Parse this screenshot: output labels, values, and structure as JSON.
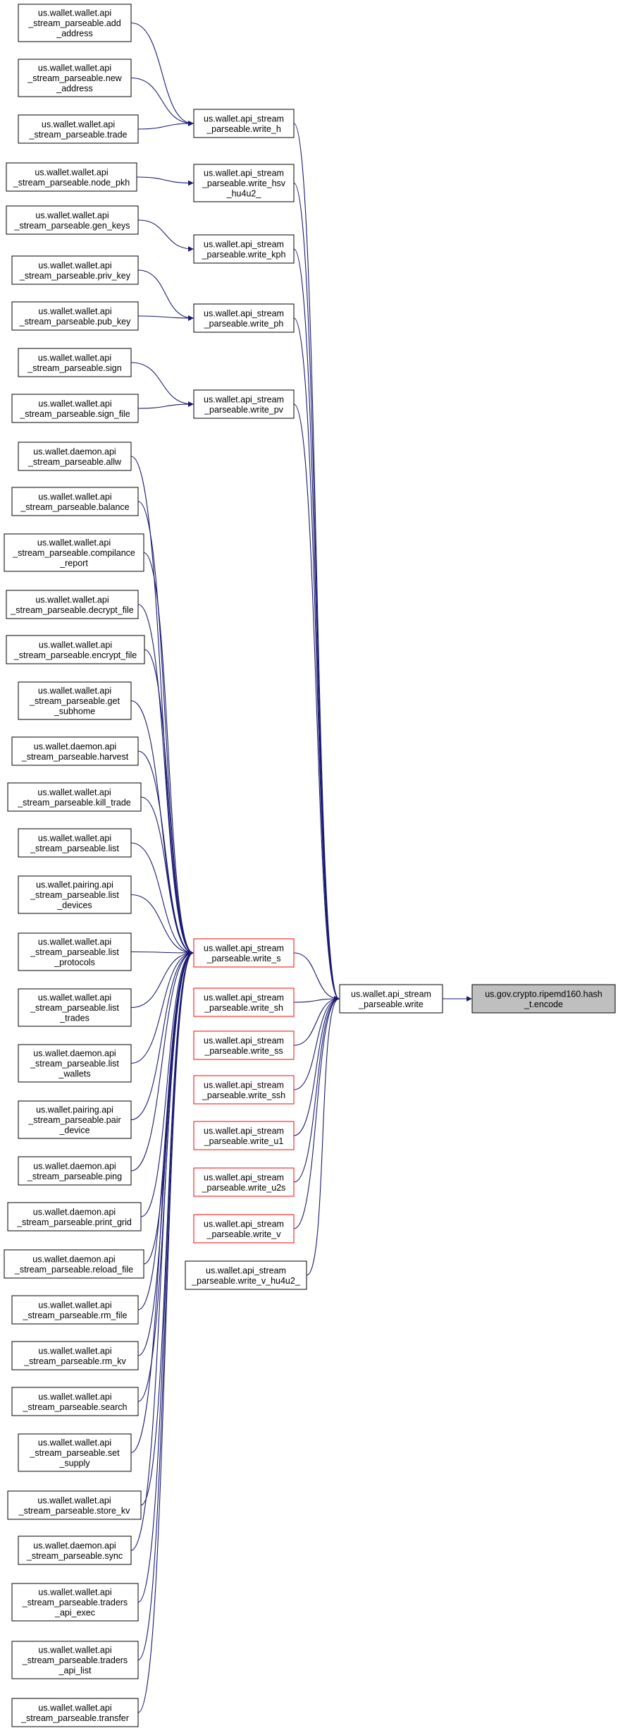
{
  "colors": {
    "edge": "#191970",
    "node_border": "#000000",
    "node_border_highlight": "#ff0000",
    "node_fill": "#ffffff",
    "root_fill": "#bfbfbf"
  },
  "nodes": [
    {
      "id": "n_add_address",
      "lines": [
        "us.wallet.wallet.api",
        "_stream_parseable.add",
        "_address"
      ],
      "style": "normal"
    },
    {
      "id": "n_new_address",
      "lines": [
        "us.wallet.wallet.api",
        "_stream_parseable.new",
        "_address"
      ],
      "style": "normal"
    },
    {
      "id": "n_trade",
      "lines": [
        "us.wallet.wallet.api",
        "_stream_parseable.trade"
      ],
      "style": "normal"
    },
    {
      "id": "n_node_pkh",
      "lines": [
        "us.wallet.wallet.api",
        "_stream_parseable.node_pkh"
      ],
      "style": "normal"
    },
    {
      "id": "n_gen_keys",
      "lines": [
        "us.wallet.wallet.api",
        "_stream_parseable.gen_keys"
      ],
      "style": "normal"
    },
    {
      "id": "n_priv_key",
      "lines": [
        "us.wallet.wallet.api",
        "_stream_parseable.priv_key"
      ],
      "style": "normal"
    },
    {
      "id": "n_pub_key",
      "lines": [
        "us.wallet.wallet.api",
        "_stream_parseable.pub_key"
      ],
      "style": "normal"
    },
    {
      "id": "n_sign",
      "lines": [
        "us.wallet.wallet.api",
        "_stream_parseable.sign"
      ],
      "style": "normal"
    },
    {
      "id": "n_sign_file",
      "lines": [
        "us.wallet.wallet.api",
        "_stream_parseable.sign_file"
      ],
      "style": "normal"
    },
    {
      "id": "n_allw",
      "lines": [
        "us.wallet.daemon.api",
        "_stream_parseable.allw"
      ],
      "style": "normal"
    },
    {
      "id": "n_balance",
      "lines": [
        "us.wallet.wallet.api",
        "_stream_parseable.balance"
      ],
      "style": "normal"
    },
    {
      "id": "n_compilance",
      "lines": [
        "us.wallet.wallet.api",
        "_stream_parseable.compilance",
        "_report"
      ],
      "style": "normal"
    },
    {
      "id": "n_decrypt",
      "lines": [
        "us.wallet.wallet.api",
        "_stream_parseable.decrypt_file"
      ],
      "style": "normal"
    },
    {
      "id": "n_encrypt",
      "lines": [
        "us.wallet.wallet.api",
        "_stream_parseable.encrypt_file"
      ],
      "style": "normal"
    },
    {
      "id": "n_subhome",
      "lines": [
        "us.wallet.wallet.api",
        "_stream_parseable.get",
        "_subhome"
      ],
      "style": "normal"
    },
    {
      "id": "n_harvest",
      "lines": [
        "us.wallet.daemon.api",
        "_stream_parseable.harvest"
      ],
      "style": "normal"
    },
    {
      "id": "n_kill_trade",
      "lines": [
        "us.wallet.wallet.api",
        "_stream_parseable.kill_trade"
      ],
      "style": "normal"
    },
    {
      "id": "n_list",
      "lines": [
        "us.wallet.wallet.api",
        "_stream_parseable.list"
      ],
      "style": "normal"
    },
    {
      "id": "n_list_devices",
      "lines": [
        "us.wallet.pairing.api",
        "_stream_parseable.list",
        "_devices"
      ],
      "style": "normal"
    },
    {
      "id": "n_list_protocols",
      "lines": [
        "us.wallet.wallet.api",
        "_stream_parseable.list",
        "_protocols"
      ],
      "style": "normal"
    },
    {
      "id": "n_list_trades",
      "lines": [
        "us.wallet.wallet.api",
        "_stream_parseable.list",
        "_trades"
      ],
      "style": "normal"
    },
    {
      "id": "n_list_wallets",
      "lines": [
        "us.wallet.daemon.api",
        "_stream_parseable.list",
        "_wallets"
      ],
      "style": "normal"
    },
    {
      "id": "n_pair_device",
      "lines": [
        "us.wallet.pairing.api",
        "_stream_parseable.pair",
        "_device"
      ],
      "style": "normal"
    },
    {
      "id": "n_ping",
      "lines": [
        "us.wallet.daemon.api",
        "_stream_parseable.ping"
      ],
      "style": "normal"
    },
    {
      "id": "n_print_grid",
      "lines": [
        "us.wallet.daemon.api",
        "_stream_parseable.print_grid"
      ],
      "style": "normal"
    },
    {
      "id": "n_reload_file",
      "lines": [
        "us.wallet.daemon.api",
        "_stream_parseable.reload_file"
      ],
      "style": "normal"
    },
    {
      "id": "n_rm_file",
      "lines": [
        "us.wallet.wallet.api",
        "_stream_parseable.rm_file"
      ],
      "style": "normal"
    },
    {
      "id": "n_rm_kv",
      "lines": [
        "us.wallet.wallet.api",
        "_stream_parseable.rm_kv"
      ],
      "style": "normal"
    },
    {
      "id": "n_search",
      "lines": [
        "us.wallet.wallet.api",
        "_stream_parseable.search"
      ],
      "style": "normal"
    },
    {
      "id": "n_set_supply",
      "lines": [
        "us.wallet.wallet.api",
        "_stream_parseable.set",
        "_supply"
      ],
      "style": "normal"
    },
    {
      "id": "n_store_kv",
      "lines": [
        "us.wallet.wallet.api",
        "_stream_parseable.store_kv"
      ],
      "style": "normal"
    },
    {
      "id": "n_sync",
      "lines": [
        "us.wallet.daemon.api",
        "_stream_parseable.sync"
      ],
      "style": "normal"
    },
    {
      "id": "n_traders_exec",
      "lines": [
        "us.wallet.wallet.api",
        "_stream_parseable.traders",
        "_api_exec"
      ],
      "style": "normal"
    },
    {
      "id": "n_traders_list",
      "lines": [
        "us.wallet.wallet.api",
        "_stream_parseable.traders",
        "_api_list"
      ],
      "style": "normal"
    },
    {
      "id": "n_transfer",
      "lines": [
        "us.wallet.wallet.api",
        "_stream_parseable.transfer"
      ],
      "style": "normal"
    },
    {
      "id": "n_write_h",
      "lines": [
        "us.wallet.api_stream",
        "_parseable.write_h"
      ],
      "style": "normal"
    },
    {
      "id": "n_write_hsv",
      "lines": [
        "us.wallet.api_stream",
        "_parseable.write_hsv",
        "_hu4u2_"
      ],
      "style": "normal"
    },
    {
      "id": "n_write_kph",
      "lines": [
        "us.wallet.api_stream",
        "_parseable.write_kph"
      ],
      "style": "normal"
    },
    {
      "id": "n_write_ph",
      "lines": [
        "us.wallet.api_stream",
        "_parseable.write_ph"
      ],
      "style": "normal"
    },
    {
      "id": "n_write_pv",
      "lines": [
        "us.wallet.api_stream",
        "_parseable.write_pv"
      ],
      "style": "normal"
    },
    {
      "id": "n_write_s",
      "lines": [
        "us.wallet.api_stream",
        "_parseable.write_s"
      ],
      "style": "highlight"
    },
    {
      "id": "n_write_sh",
      "lines": [
        "us.wallet.api_stream",
        "_parseable.write_sh"
      ],
      "style": "highlight"
    },
    {
      "id": "n_write_ss",
      "lines": [
        "us.wallet.api_stream",
        "_parseable.write_ss"
      ],
      "style": "highlight"
    },
    {
      "id": "n_write_ssh",
      "lines": [
        "us.wallet.api_stream",
        "_parseable.write_ssh"
      ],
      "style": "highlight"
    },
    {
      "id": "n_write_u1",
      "lines": [
        "us.wallet.api_stream",
        "_parseable.write_u1"
      ],
      "style": "highlight"
    },
    {
      "id": "n_write_u2s",
      "lines": [
        "us.wallet.api_stream",
        "_parseable.write_u2s"
      ],
      "style": "highlight"
    },
    {
      "id": "n_write_v",
      "lines": [
        "us.wallet.api_stream",
        "_parseable.write_v"
      ],
      "style": "highlight"
    },
    {
      "id": "n_write_v_hu4u2",
      "lines": [
        "us.wallet.api_stream",
        "_parseable.write_v_hu4u2_"
      ],
      "style": "normal"
    },
    {
      "id": "n_write",
      "lines": [
        "us.wallet.api_stream",
        "_parseable.write"
      ],
      "style": "normal"
    },
    {
      "id": "n_encode",
      "lines": [
        "us.gov.crypto.ripemd160.hash",
        "_t.encode"
      ],
      "style": "root"
    }
  ],
  "edges": [
    {
      "from": "n_add_address",
      "to": "n_write_h"
    },
    {
      "from": "n_new_address",
      "to": "n_write_h"
    },
    {
      "from": "n_trade",
      "to": "n_write_h"
    },
    {
      "from": "n_node_pkh",
      "to": "n_write_hsv"
    },
    {
      "from": "n_gen_keys",
      "to": "n_write_kph"
    },
    {
      "from": "n_priv_key",
      "to": "n_write_ph"
    },
    {
      "from": "n_pub_key",
      "to": "n_write_ph"
    },
    {
      "from": "n_sign",
      "to": "n_write_pv"
    },
    {
      "from": "n_sign_file",
      "to": "n_write_pv"
    },
    {
      "from": "n_allw",
      "to": "n_write_s"
    },
    {
      "from": "n_balance",
      "to": "n_write_s"
    },
    {
      "from": "n_compilance",
      "to": "n_write_s"
    },
    {
      "from": "n_decrypt",
      "to": "n_write_s"
    },
    {
      "from": "n_encrypt",
      "to": "n_write_s"
    },
    {
      "from": "n_subhome",
      "to": "n_write_s"
    },
    {
      "from": "n_harvest",
      "to": "n_write_s"
    },
    {
      "from": "n_kill_trade",
      "to": "n_write_s"
    },
    {
      "from": "n_list",
      "to": "n_write_s"
    },
    {
      "from": "n_list_devices",
      "to": "n_write_s"
    },
    {
      "from": "n_list_protocols",
      "to": "n_write_s"
    },
    {
      "from": "n_list_trades",
      "to": "n_write_s"
    },
    {
      "from": "n_list_wallets",
      "to": "n_write_s"
    },
    {
      "from": "n_pair_device",
      "to": "n_write_s"
    },
    {
      "from": "n_ping",
      "to": "n_write_s"
    },
    {
      "from": "n_print_grid",
      "to": "n_write_s"
    },
    {
      "from": "n_reload_file",
      "to": "n_write_s"
    },
    {
      "from": "n_rm_file",
      "to": "n_write_s"
    },
    {
      "from": "n_rm_kv",
      "to": "n_write_s"
    },
    {
      "from": "n_search",
      "to": "n_write_s"
    },
    {
      "from": "n_set_supply",
      "to": "n_write_s"
    },
    {
      "from": "n_store_kv",
      "to": "n_write_s"
    },
    {
      "from": "n_sync",
      "to": "n_write_s"
    },
    {
      "from": "n_traders_exec",
      "to": "n_write_s"
    },
    {
      "from": "n_traders_list",
      "to": "n_write_s"
    },
    {
      "from": "n_transfer",
      "to": "n_write_s"
    },
    {
      "from": "n_write_h",
      "to": "n_write"
    },
    {
      "from": "n_write_hsv",
      "to": "n_write"
    },
    {
      "from": "n_write_kph",
      "to": "n_write"
    },
    {
      "from": "n_write_ph",
      "to": "n_write"
    },
    {
      "from": "n_write_pv",
      "to": "n_write"
    },
    {
      "from": "n_write_s",
      "to": "n_write"
    },
    {
      "from": "n_write_sh",
      "to": "n_write"
    },
    {
      "from": "n_write_ss",
      "to": "n_write"
    },
    {
      "from": "n_write_ssh",
      "to": "n_write"
    },
    {
      "from": "n_write_u1",
      "to": "n_write"
    },
    {
      "from": "n_write_u2s",
      "to": "n_write"
    },
    {
      "from": "n_write_v",
      "to": "n_write"
    },
    {
      "from": "n_write_v_hu4u2",
      "to": "n_write"
    },
    {
      "from": "n_write",
      "to": "n_encode"
    }
  ]
}
